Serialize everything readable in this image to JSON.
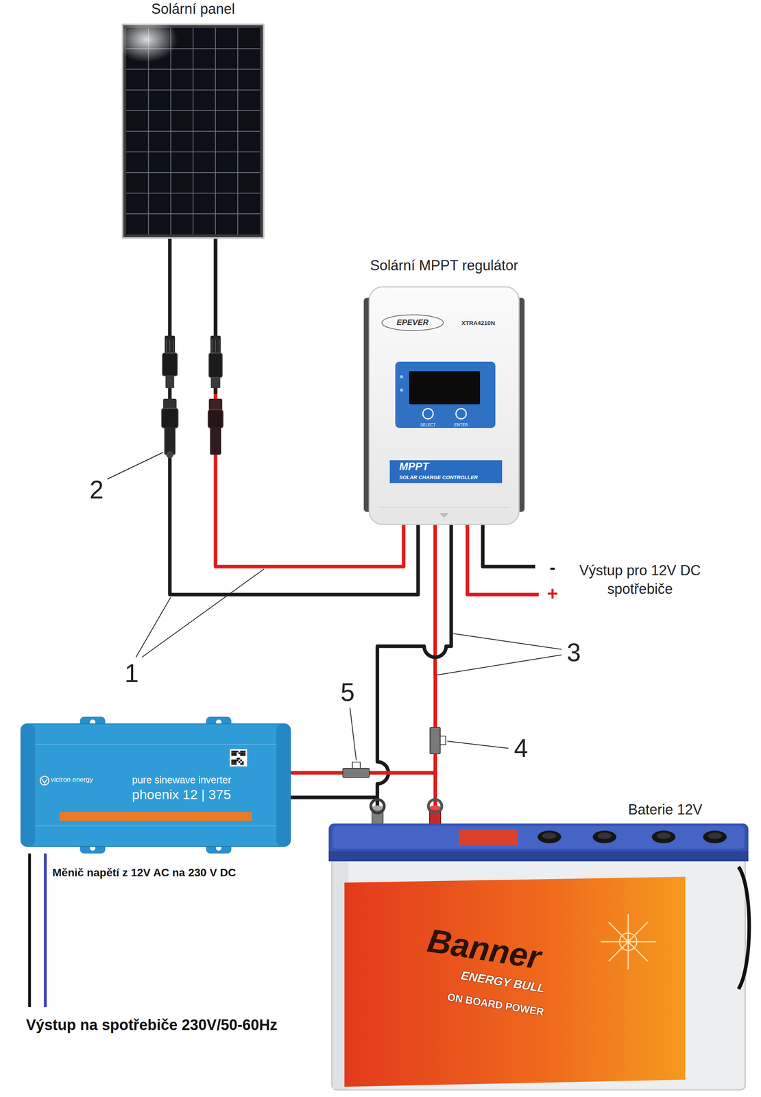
{
  "diagram": {
    "nodes": [
      {
        "text": [
          "Solární panel"
        ]
      },
      {
        "text": [
          "Solární MPPT regulátor",
          "EPEVER",
          "XTRA4210N",
          "SELECT",
          "ENTER",
          "MPPT",
          "SOLAR CHARGE CONTROLLER"
        ]
      },
      {
        "text": [
          "victron energy",
          "pure sinewave inverter",
          "phoenix 12 | 375",
          "Měnič napětí z 12V AC na 230 V DC"
        ]
      },
      {
        "text": [
          "Baterie 12V",
          "Banner",
          "ENERGY BULL",
          "ON BOARD POWER"
        ]
      }
    ],
    "edges": [
      {
        "from": 0,
        "to": 1,
        "arrow": "none"
      },
      {
        "from": 0,
        "to": 1,
        "arrow": "none"
      },
      {
        "from": 1,
        "to": 3,
        "arrow": "none"
      },
      {
        "from": 1,
        "to": 3,
        "arrow": "none"
      },
      {
        "from": 2,
        "to": 3,
        "arrow": "none"
      },
      {
        "from": 2,
        "to": 3,
        "arrow": "none"
      }
    ],
    "labels": [
      "2",
      "1",
      "-",
      "Výstup pro 12V DC spotřebiče",
      "+",
      "3",
      "5",
      "4",
      "Výstup na spotřebiče 230V/50-60Hz"
    ]
  }
}
